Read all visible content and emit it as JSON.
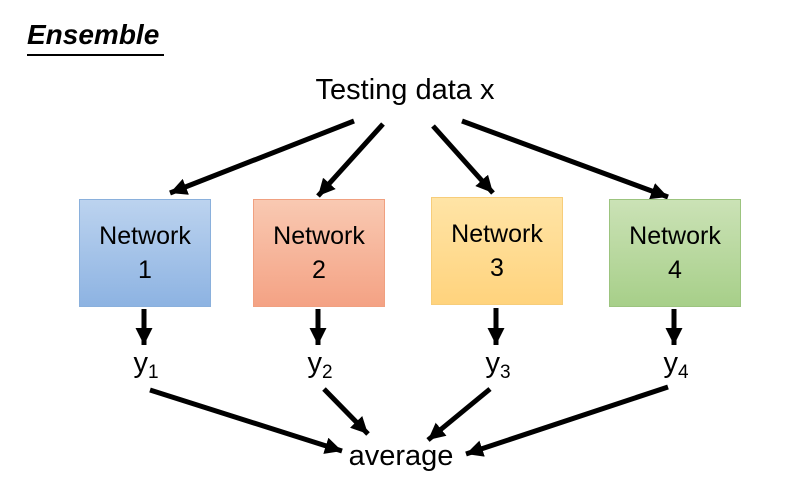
{
  "title": "Ensemble",
  "input_label": "Testing data x",
  "networks": [
    {
      "label": "Network",
      "number": "1",
      "color": "#8db3e2"
    },
    {
      "label": "Network",
      "number": "2",
      "color": "#f4a284"
    },
    {
      "label": "Network",
      "number": "3",
      "color": "#ffd37d"
    },
    {
      "label": "Network",
      "number": "4",
      "color": "#a7cf89"
    }
  ],
  "outputs": [
    {
      "symbol": "y",
      "subscript": "1"
    },
    {
      "symbol": "y",
      "subscript": "2"
    },
    {
      "symbol": "y",
      "subscript": "3"
    },
    {
      "symbol": "y",
      "subscript": "4"
    }
  ],
  "combine_label": "average"
}
